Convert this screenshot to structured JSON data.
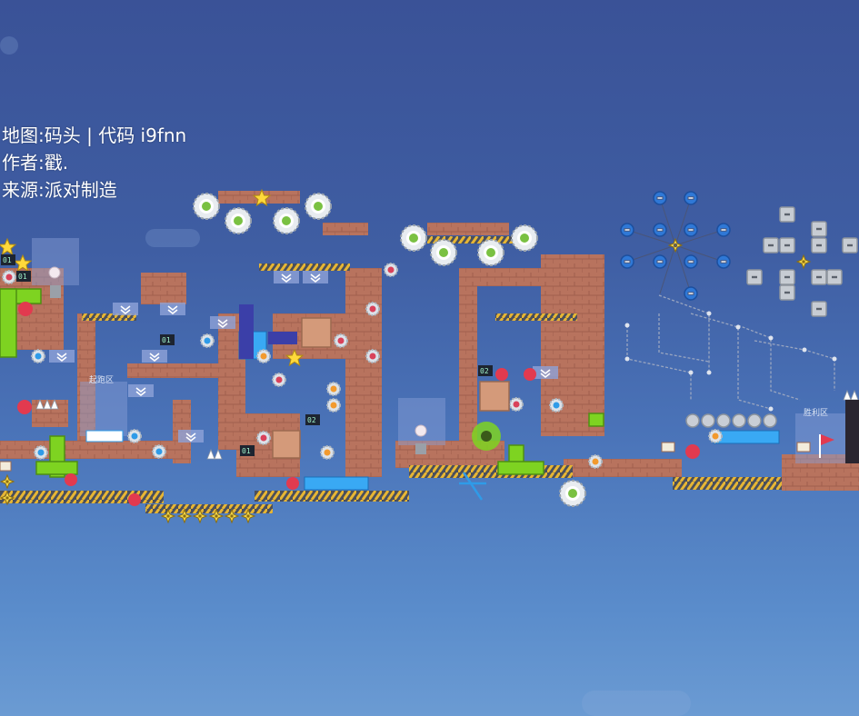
{
  "map_info": {
    "map_line": "地图:码头 | 代码 i9fnn",
    "author_line": "作者:戳.",
    "source_line": "来源:派对制造"
  },
  "zones": {
    "start_label": "起跑区",
    "win_label": "胜利区"
  },
  "counters": [
    "01",
    "01",
    "01",
    "02",
    "01",
    "02"
  ],
  "colors": {
    "sky_top": "#3a5297",
    "sky_bottom": "#6b9bd3",
    "brick": "#b8735e",
    "pipe_green": "#7ed321",
    "saw": "#cfd6de",
    "sign_blue": "#2f9be8"
  },
  "icons": [
    "saw-blade-icon",
    "star-icon",
    "flag-icon",
    "cog-icon",
    "spike-icon",
    "bomb-icon",
    "lightbulb-icon",
    "crossbow-icon"
  ]
}
